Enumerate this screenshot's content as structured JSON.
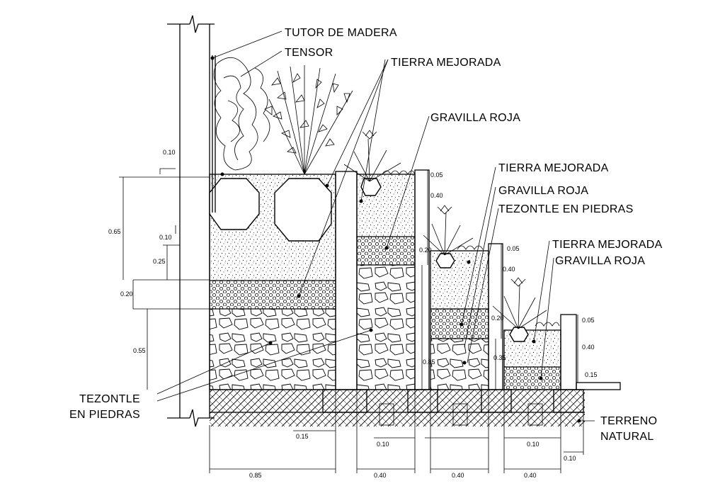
{
  "labels": {
    "tutor_de_madera": "TUTOR DE MADERA",
    "tensor": "TENSOR",
    "tierra_mejorada_1": "TIERRA MEJORADA",
    "gravilla_roja_1": "GRAVILLA ROJA",
    "tierra_mejorada_2": "TIERRA MEJORADA",
    "gravilla_roja_2": "GRAVILLA ROJA",
    "tezontle_en_piedras_right": "TEZONTLE EN PIEDRAS",
    "tierra_mejorada_3": "TIERRA MEJORADA",
    "gravilla_roja_3": "GRAVILLA ROJA",
    "tezontle_line1": "TEZONTLE",
    "tezontle_line2": "EN PIEDRAS",
    "terreno_line1": "TERRENO",
    "terreno_line2": "NATURAL"
  },
  "dimensions": {
    "d_010_top": "0.10",
    "d_065": "0.65",
    "d_010_mid": "0.10",
    "d_025": "0.25",
    "d_020_left": "0.20",
    "d_055": "0.55",
    "d_005_a": "0.05",
    "d_040_a": "0.40",
    "d_020_a": "0.20",
    "d_085_a": "0.85",
    "d_005_b": "0.05",
    "d_040_b": "0.40",
    "d_020_b": "0.20",
    "d_035": "0.35",
    "d_005_c": "0.05",
    "d_040_c": "0.40",
    "d_015_c": "0.15",
    "d_015_bottom": "0.15",
    "d_010_b1": "0.10",
    "d_010_b2": "0.10",
    "d_010_b3": "0.10",
    "d_085_bottom": "0.85",
    "d_040_bottom1": "0.40",
    "d_040_bottom2": "0.40",
    "d_040_bottom3": "0.40"
  }
}
